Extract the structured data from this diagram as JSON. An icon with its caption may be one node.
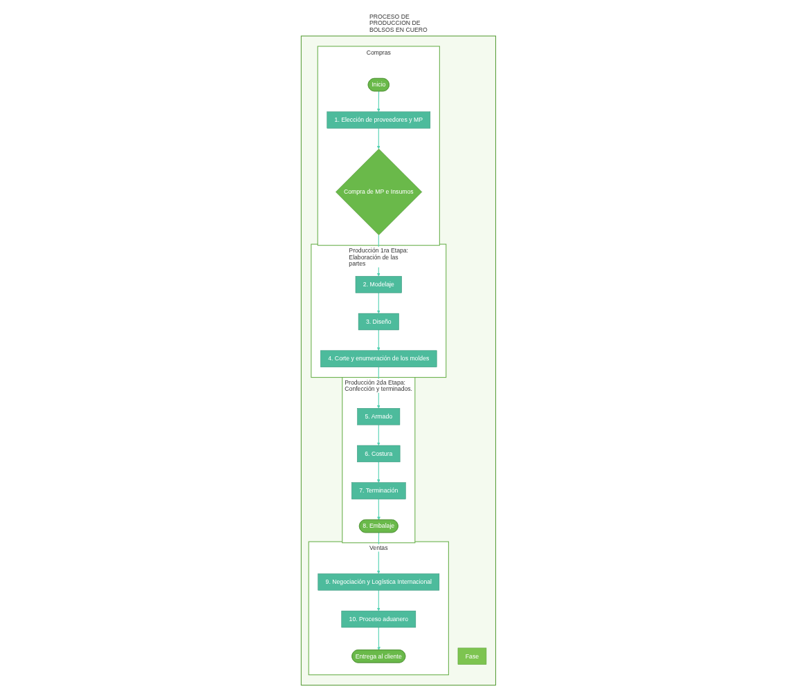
{
  "diagram": {
    "nodes": [
      {
        "text": [
          "PROCESO DE PRODUCCION DE BOLSOS EN CUERO"
        ]
      },
      {
        "text": [
          "Fase"
        ],
        "in": 0
      },
      {
        "text": [
          "Compras"
        ],
        "in": 0
      },
      {
        "text": [
          "Producción 1ra Etapa: Elaboración de las partes"
        ],
        "in": 0
      },
      {
        "text": [
          "Producción 2da Etapa: Confección y terminados."
        ],
        "in": 0
      },
      {
        "text": [
          "Ventas"
        ],
        "in": 0
      },
      {
        "text": [
          "Inicio"
        ],
        "in": 2
      },
      {
        "text": [
          "1. Elección de proveedores y MP"
        ],
        "in": 2
      },
      {
        "text": [
          "Compra de MP e Insumos"
        ],
        "in": 2
      },
      {
        "text": [
          "2. Modelaje"
        ],
        "in": 3
      },
      {
        "text": [
          "3. Diseño"
        ],
        "in": 3
      },
      {
        "text": [
          "4. Corte y enumeración de los moldes"
        ],
        "in": 3
      },
      {
        "text": [
          "5. Armado"
        ],
        "in": 4
      },
      {
        "text": [
          "6. Costura"
        ],
        "in": 4
      },
      {
        "text": [
          "7. Terminación"
        ],
        "in": 4
      },
      {
        "text": [
          "8. Embalaje"
        ],
        "in": 4
      },
      {
        "text": [
          "9. Negociación y Logística Internacional"
        ],
        "in": 5
      },
      {
        "text": [
          "10. Proceso aduanero"
        ],
        "in": 5
      },
      {
        "text": [
          "Entrega al cliente"
        ],
        "in": 5
      }
    ],
    "edges": [
      {
        "from": 6,
        "to": 7,
        "arrow": "to"
      },
      {
        "from": 7,
        "to": 8,
        "arrow": "to"
      },
      {
        "from": 8,
        "to": 9,
        "arrow": "to"
      },
      {
        "from": 9,
        "to": 10,
        "arrow": "to"
      },
      {
        "from": 10,
        "to": 11,
        "arrow": "to"
      },
      {
        "from": 11,
        "to": 12,
        "arrow": "to"
      },
      {
        "from": 12,
        "to": 13,
        "arrow": "to"
      },
      {
        "from": 13,
        "to": 14,
        "arrow": "to"
      },
      {
        "from": 14,
        "to": 15,
        "arrow": "to"
      },
      {
        "from": 15,
        "to": 16,
        "arrow": "to"
      },
      {
        "from": 16,
        "to": 17,
        "arrow": "to"
      },
      {
        "from": 17,
        "to": 18,
        "arrow": "to"
      }
    ]
  }
}
